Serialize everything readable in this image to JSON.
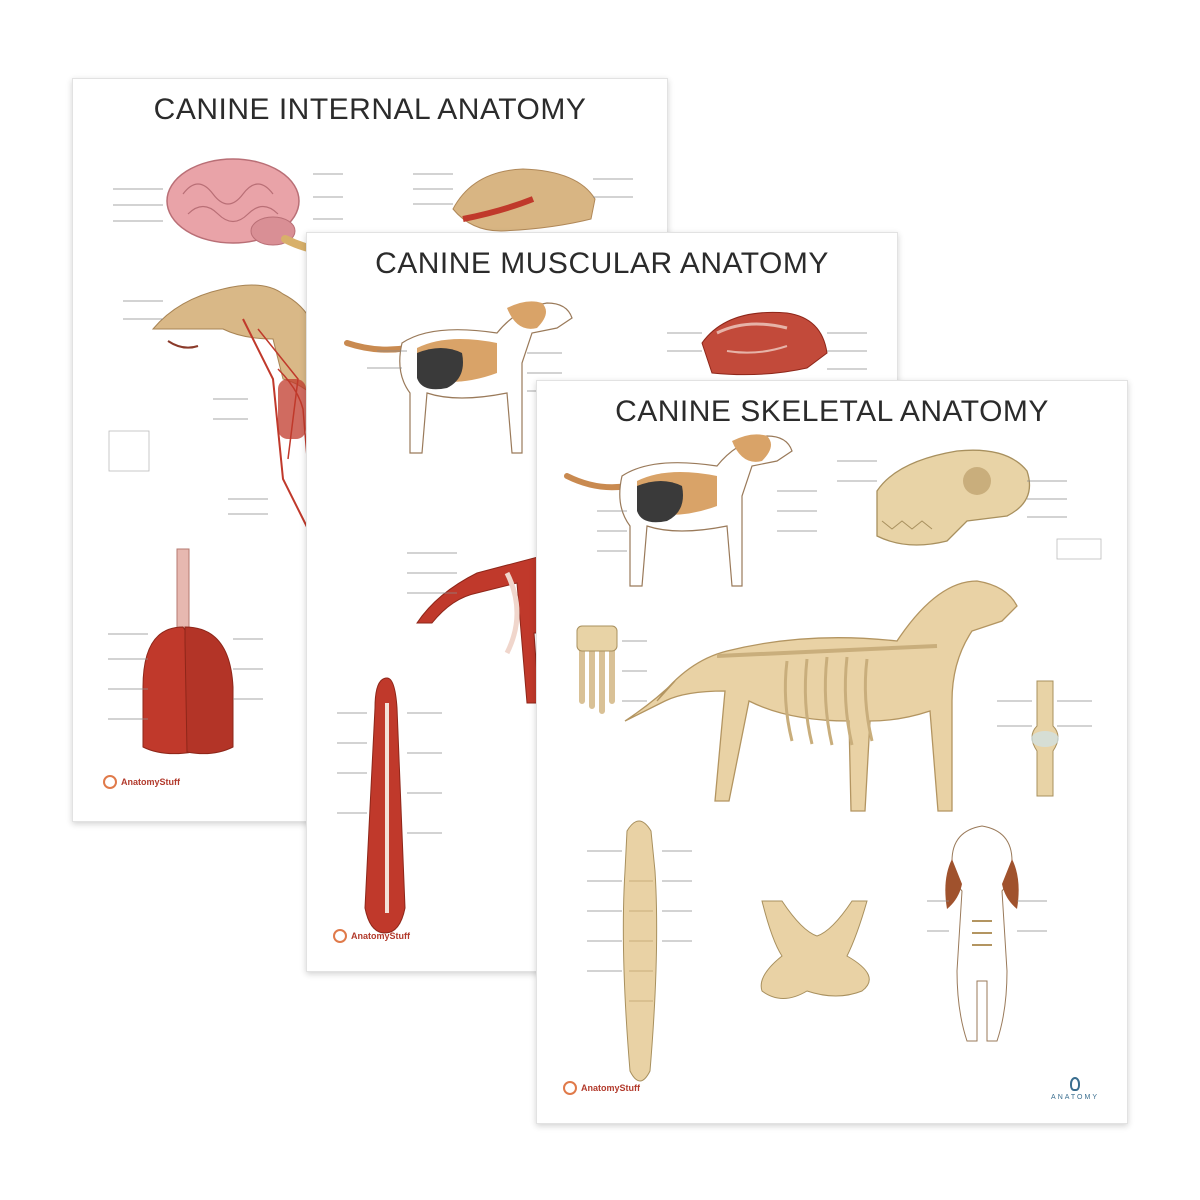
{
  "posters": {
    "internal": {
      "title": "CANINE INTERNAL ANATOMY"
    },
    "muscular": {
      "title": "CANINE MUSCULAR ANATOMY"
    },
    "skeletal": {
      "title": "CANINE SKELETAL ANATOMY"
    }
  },
  "brand": {
    "name": "AnatomyStuff",
    "logo_text": "ANATOMY"
  },
  "colors": {
    "title_text": "#2b2b2b",
    "brain_pink": "#e9a3a8",
    "muscle_red": "#c0392b",
    "bone_beige": "#e8d3a6",
    "coat_tan": "#d9a368",
    "coat_black": "#3a3a3a",
    "brand_red": "#b23a2c",
    "logo_blue": "#3a6e8f"
  },
  "icons": [
    "brain-illustration",
    "dog-head-illustration",
    "dog-body-illustration",
    "lungs-illustration",
    "beagle-illustration",
    "muscle-dorsal-illustration",
    "skull-illustration",
    "skeleton-dog-illustration",
    "paw-illustration",
    "knee-joint-illustration",
    "spine-illustration",
    "pelvis-illustration",
    "beagle-front-illustration"
  ]
}
